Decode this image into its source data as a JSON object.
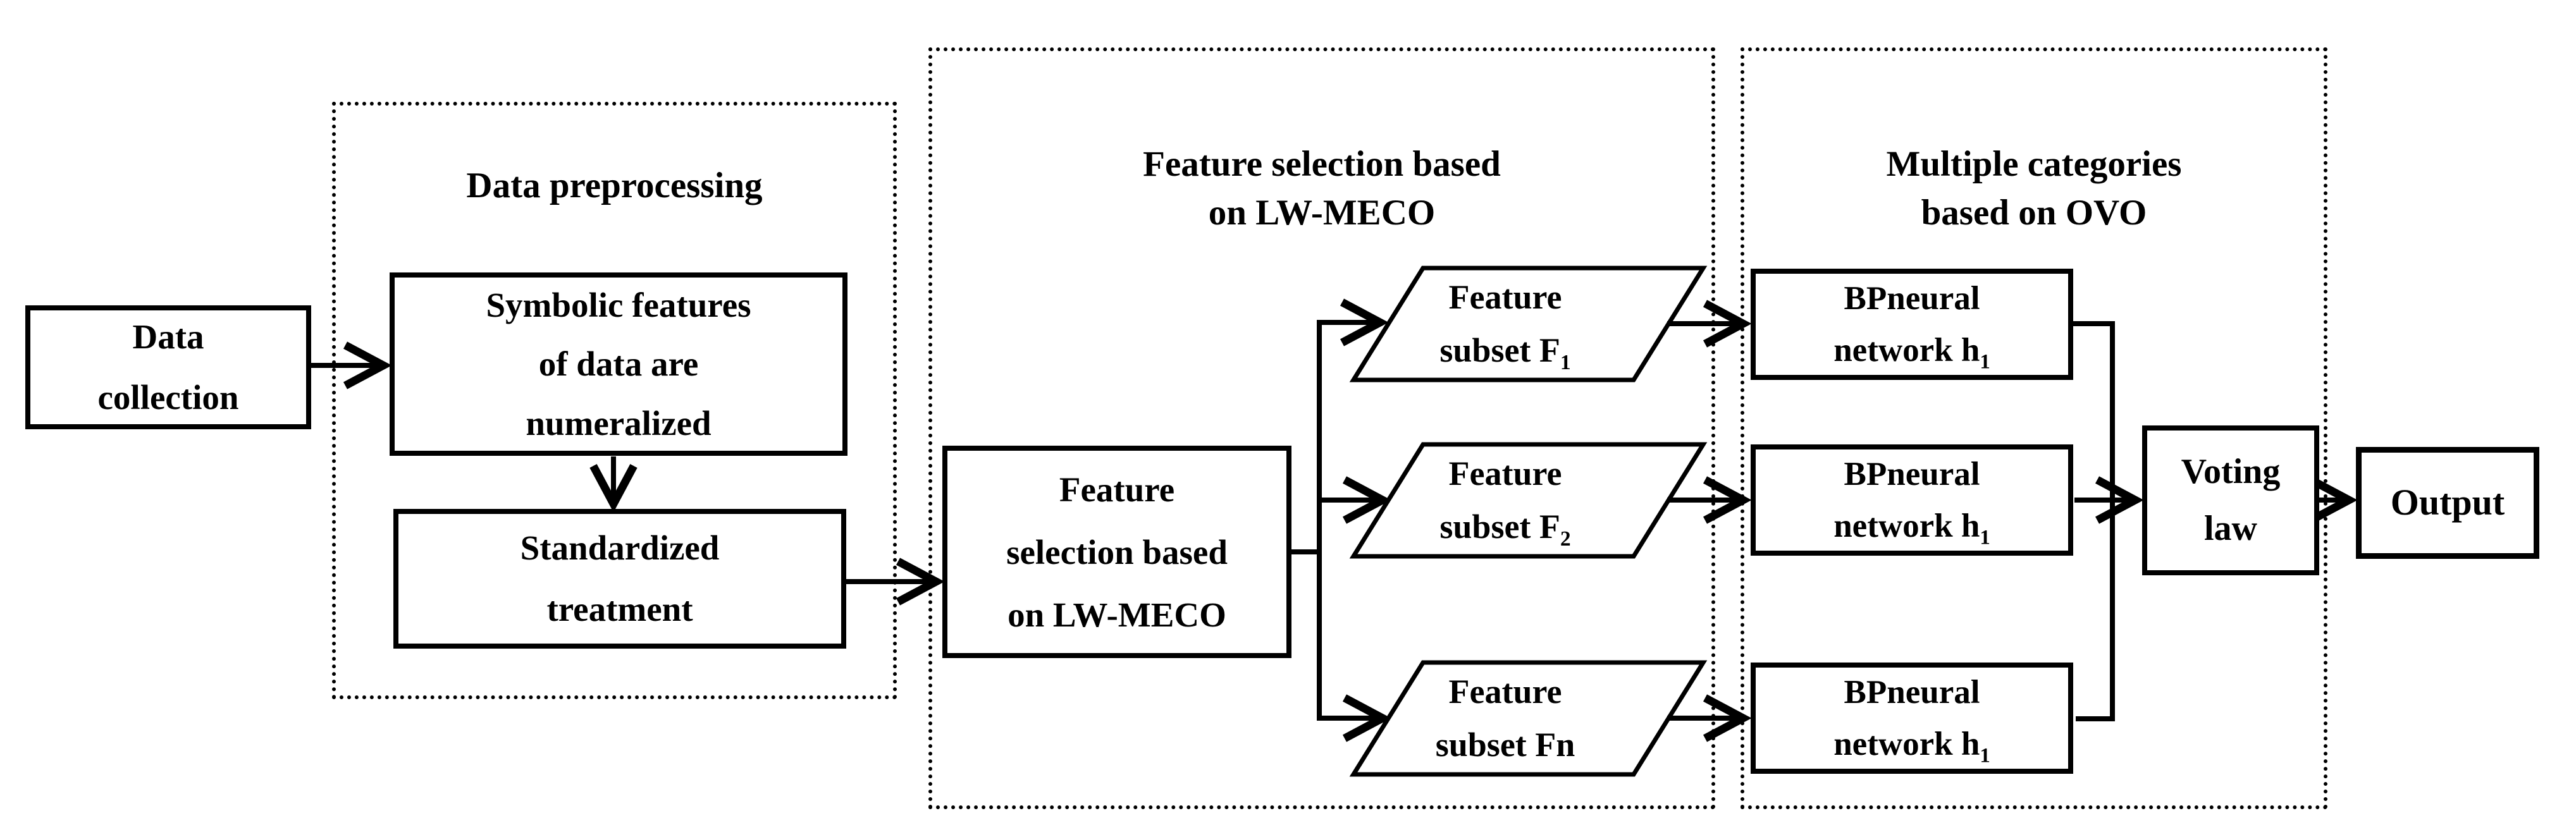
{
  "diagram": {
    "nodes": {
      "data_collection": {
        "label": "Data\ncollection"
      },
      "preprocessing": {
        "title": "Data preprocessing",
        "symbolic": {
          "label": "Symbolic features\nof data are\nnumeralized"
        },
        "standardized": {
          "label": "Standardized\ntreatment"
        }
      },
      "feature_selection": {
        "title": "Feature selection based\non LW-MECO",
        "selector": {
          "label": "Feature\nselection based\non LW-MECO"
        },
        "subsets": [
          {
            "base": "Feature\nsubset F",
            "sub": "1"
          },
          {
            "base": "Feature\nsubset F",
            "sub": "2"
          },
          {
            "base": "Feature\nsubset Fn",
            "sub": ""
          }
        ]
      },
      "classification": {
        "title": "Multiple categories\nbased on OVO",
        "networks": [
          {
            "base": "BPneural\nnetwork h",
            "sub": "1"
          },
          {
            "base": "BPneural\nnetwork h",
            "sub": "1"
          },
          {
            "base": "BPneural\nnetwork h",
            "sub": "1"
          }
        ]
      },
      "voting": {
        "label": "Voting\nlaw"
      },
      "output": {
        "label": "Output"
      }
    },
    "colors": {
      "line": "#000000",
      "background": "#ffffff"
    }
  }
}
